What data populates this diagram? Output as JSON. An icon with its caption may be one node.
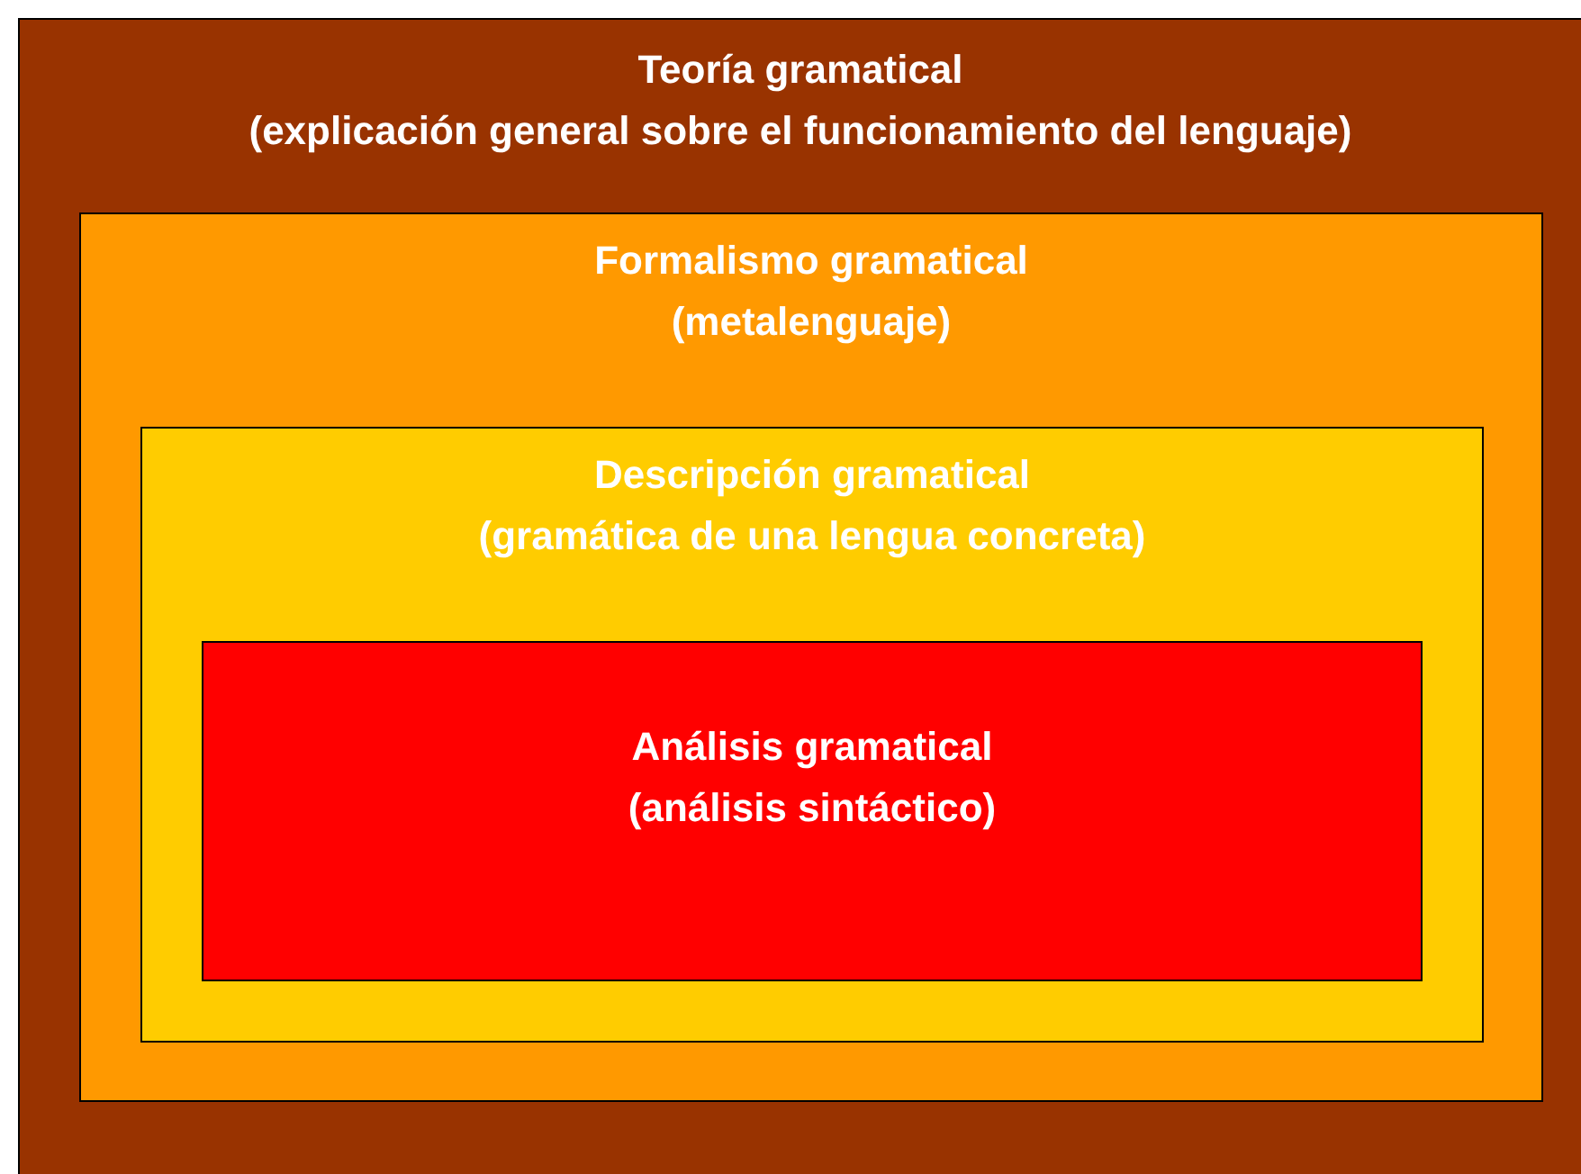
{
  "diagram": {
    "nodes": [
      {
        "text": [
          "Teoría gramatical",
          "(explicación general sobre el funcionamiento del lenguaje)"
        ]
      },
      {
        "text": [
          "Formalismo gramatical",
          "(metalenguaje)"
        ],
        "in": 0
      },
      {
        "text": [
          "Descripción gramatical",
          "(gramática de una lengua concreta)"
        ],
        "in": 1
      },
      {
        "text": [
          "Análisis gramatical",
          "(análisis sintáctico)"
        ],
        "in": 2
      }
    ]
  }
}
